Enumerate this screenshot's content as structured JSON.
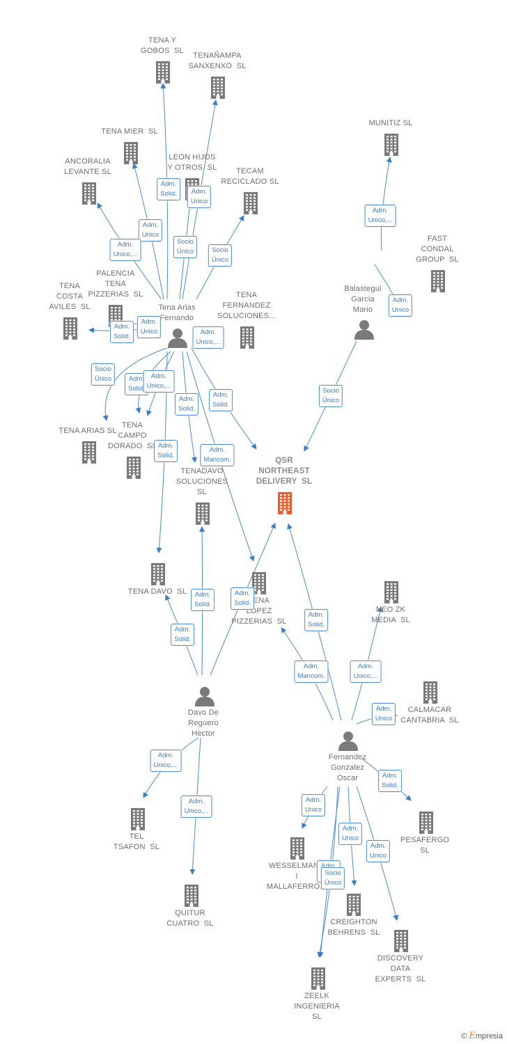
{
  "diagram": {
    "colors": {
      "edge": "#4a8ad4",
      "node": "#7a7a7a",
      "main_node": "#f05a28",
      "label": "#6d6d6d"
    },
    "nodes": [
      {
        "id": "qsr",
        "label": "QSR\nNORTHEAST\nDELIVERY  SL",
        "kind": "company",
        "main": true
      },
      {
        "id": "tena_gobos",
        "label": "TENA Y\nGOBOS  SL",
        "kind": "company"
      },
      {
        "id": "tenanampa",
        "label": "TENAÑAMPA\nSANXENXO  SL",
        "kind": "company"
      },
      {
        "id": "tena_mier",
        "label": "TENA MIER  SL",
        "kind": "company"
      },
      {
        "id": "ancoralia",
        "label": "ANCORALIA\nLEVANTE SL",
        "kind": "company"
      },
      {
        "id": "leon_hijos",
        "label": "LEON HIJOS\nY OTROS  SL",
        "kind": "company"
      },
      {
        "id": "tecam",
        "label": "TECAM\nRECICLADO SL",
        "kind": "company"
      },
      {
        "id": "munitiz",
        "label": "MUNITIZ SL",
        "kind": "company"
      },
      {
        "id": "fast_condal",
        "label": "FAST\nCONDAL\nGROUP  SL",
        "kind": "company"
      },
      {
        "id": "palencia",
        "label": "PALENCIA\nTENA\nPIZZERIAS  SL",
        "kind": "company"
      },
      {
        "id": "tena_costa",
        "label": "TENA\nCOSTA\nAVILES  SL",
        "kind": "company"
      },
      {
        "id": "tena_fernandez",
        "label": "TENA\nFERNANDEZ\nSOLUCIONES...",
        "kind": "company"
      },
      {
        "id": "tena_arias_sl",
        "label": "TENA ARIAS SL",
        "kind": "company"
      },
      {
        "id": "tena_campo",
        "label": "TENA\nCAMPO\nDORADO  SL",
        "kind": "company"
      },
      {
        "id": "tenadavo",
        "label": "TENADAVO\nSOLUCIONES\nSL",
        "kind": "company"
      },
      {
        "id": "tena_davo",
        "label": "TENA DAVO  SL",
        "kind": "company"
      },
      {
        "id": "tena_lopez",
        "label": "TENA\nLOPEZ\nPIZZERIAS  SL",
        "kind": "company"
      },
      {
        "id": "neo_zk",
        "label": "NEO ZK\nMEDIA  SL",
        "kind": "company"
      },
      {
        "id": "calmacar",
        "label": "CALMACAR\nCANTABRIA  SL",
        "kind": "company"
      },
      {
        "id": "tel_tsafon",
        "label": "TEL\nTSAFON  SL",
        "kind": "company"
      },
      {
        "id": "quitur",
        "label": "QUITUR\nCUATRO  SL",
        "kind": "company"
      },
      {
        "id": "pesafergo",
        "label": "PESAFERGO\nSL",
        "kind": "company"
      },
      {
        "id": "wesselmann",
        "label": "WESSELMANN\nI\nMALLAFERRO...",
        "kind": "company"
      },
      {
        "id": "creighton",
        "label": "CREIGHTON\nBEHRENS  SL",
        "kind": "company"
      },
      {
        "id": "discovery",
        "label": "DISCOVERY\nDATA\nEXPERTS  SL",
        "kind": "company"
      },
      {
        "id": "zeelk",
        "label": "ZEELK\nINGENIERIA\nSL",
        "kind": "company"
      },
      {
        "id": "tena_arias_p",
        "label": "Tena Arias\nFernando",
        "kind": "person"
      },
      {
        "id": "balastegui",
        "label": "Balastegui\nGarcia\nMario",
        "kind": "person"
      },
      {
        "id": "davo",
        "label": "Davo De\nReguero\nHector",
        "kind": "person"
      },
      {
        "id": "fernandez",
        "label": "Fernandez\nGonzalez\nOscar",
        "kind": "person"
      }
    ],
    "edges": [
      {
        "from": "tena_arias_p",
        "to": "tena_gobos",
        "label": "Adm.\nSolid."
      },
      {
        "from": "tena_arias_p",
        "to": "tenanampa",
        "label": "Adm.\nUnico"
      },
      {
        "from": "tena_arias_p",
        "to": "tena_mier",
        "label": "Adm.\nUnico"
      },
      {
        "from": "tena_arias_p",
        "to": "ancoralia",
        "label": "Adm.\nUnico,..."
      },
      {
        "from": "tena_arias_p",
        "to": "leon_hijos",
        "label": "Socio\nÚnico"
      },
      {
        "from": "tena_arias_p",
        "to": "tecam",
        "label": "Socio\nÚnico"
      },
      {
        "from": "tena_arias_p",
        "to": "palencia",
        "label": "Adm.\nUnico"
      },
      {
        "from": "tena_arias_p",
        "to": "tena_costa",
        "label": "Adm.\nSolid."
      },
      {
        "from": "tena_arias_p",
        "to": "tena_fernandez",
        "label": "Adm.\nUnico,..."
      },
      {
        "from": "tena_arias_p",
        "to": "tena_arias_sl",
        "label": "Socio\nÚnico"
      },
      {
        "from": "tena_arias_p",
        "to": "tena_campo",
        "label": "Adm.\nSolid."
      },
      {
        "from": "tena_arias_p",
        "to": "tena_campo",
        "label": "Adm.\nUnico,..."
      },
      {
        "from": "tena_arias_p",
        "to": "tenadavo",
        "label": "Adm.\nSolid."
      },
      {
        "from": "tena_arias_p",
        "to": "tena_davo",
        "label": "Adm.\nSolid."
      },
      {
        "from": "tena_arias_p",
        "to": "tena_lopez",
        "label": "Adm.\nMancom."
      },
      {
        "from": "tena_arias_p",
        "to": "qsr",
        "label": "Adm.\nSolid."
      },
      {
        "from": "balastegui",
        "to": "munitiz",
        "label": "Adm.\nUnico,..."
      },
      {
        "from": "balastegui",
        "to": "fast_condal",
        "label": "Adm.\nUnico"
      },
      {
        "from": "balastegui",
        "to": "qsr",
        "label": "Socio\nÚnico"
      },
      {
        "from": "davo",
        "to": "tenadavo",
        "label": "Adm.\nSolid."
      },
      {
        "from": "davo",
        "to": "tena_davo",
        "label": "Adm.\nSolid."
      },
      {
        "from": "davo",
        "to": "qsr",
        "label": "Adm.\nSolid."
      },
      {
        "from": "davo",
        "to": "tel_tsafon",
        "label": "Adm.\nUnico,..."
      },
      {
        "from": "davo",
        "to": "quitur",
        "label": "Adm.\nUnico,..."
      },
      {
        "from": "fernandez",
        "to": "qsr",
        "label": "Adm.\nSolid."
      },
      {
        "from": "fernandez",
        "to": "tena_lopez",
        "label": "Adm.\nMancom."
      },
      {
        "from": "fernandez",
        "to": "neo_zk",
        "label": "Adm.\nUnico,..."
      },
      {
        "from": "fernandez",
        "to": "calmacar",
        "label": "Adm.\nUnico"
      },
      {
        "from": "fernandez",
        "to": "pesafergo",
        "label": "Adm.\nSolid."
      },
      {
        "from": "fernandez",
        "to": "wesselmann",
        "label": "Adm.\nUnico"
      },
      {
        "from": "fernandez",
        "to": "creighton",
        "label": "Adm.\nUnico"
      },
      {
        "from": "fernandez",
        "to": "discovery",
        "label": "Adm.\nUnico"
      },
      {
        "from": "fernandez",
        "to": "zeelk",
        "label": "Adm.\nUnico"
      },
      {
        "from": "fernandez",
        "to": "zeelk",
        "label": "Socio\nÚnico"
      }
    ]
  },
  "footer": {
    "copyright": "©",
    "brand_initial": "E",
    "brand_rest": "mpresia"
  }
}
